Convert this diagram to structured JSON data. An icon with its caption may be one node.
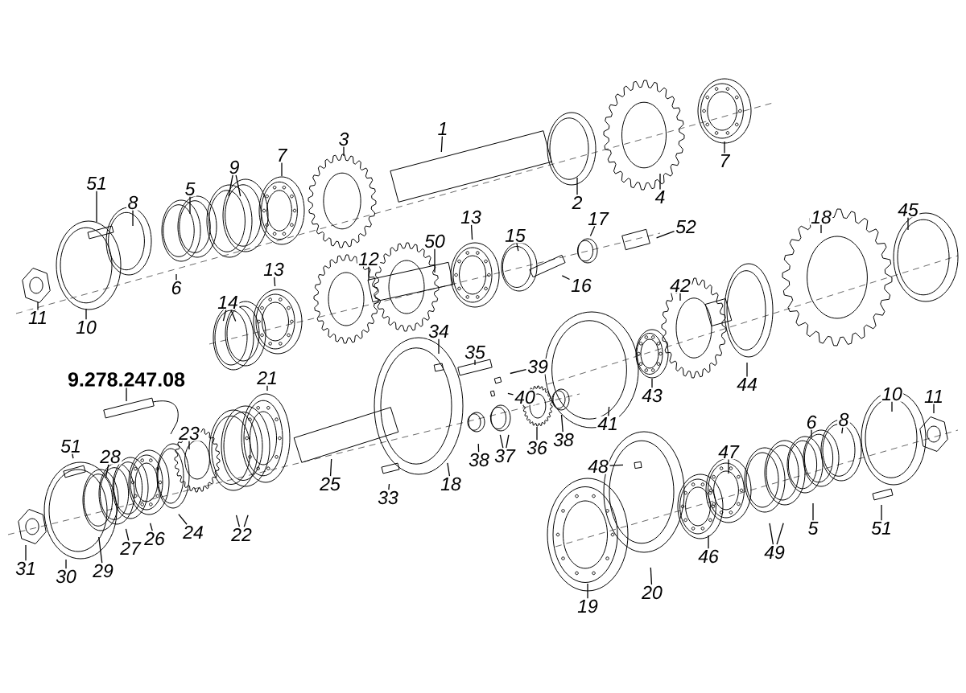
{
  "diagram": {
    "nodes": [
      {
        "text": [
          "1"
        ]
      },
      {
        "text": [
          "3"
        ]
      },
      {
        "text": [
          "7"
        ]
      },
      {
        "text": [
          "9"
        ]
      },
      {
        "text": [
          "51"
        ]
      },
      {
        "text": [
          "8"
        ]
      },
      {
        "text": [
          "5"
        ]
      },
      {
        "text": [
          "2"
        ]
      },
      {
        "text": [
          "4"
        ]
      },
      {
        "text": [
          "7"
        ]
      },
      {
        "text": [
          "6"
        ]
      },
      {
        "text": [
          "11"
        ]
      },
      {
        "text": [
          "10"
        ]
      },
      {
        "text": [
          "12"
        ]
      },
      {
        "text": [
          "13"
        ]
      },
      {
        "text": [
          "14"
        ]
      },
      {
        "text": [
          "50"
        ]
      },
      {
        "text": [
          "13"
        ]
      },
      {
        "text": [
          "15"
        ]
      },
      {
        "text": [
          "16"
        ]
      },
      {
        "text": [
          "17"
        ]
      },
      {
        "text": [
          "52"
        ]
      },
      {
        "text": [
          "18"
        ]
      },
      {
        "text": [
          "45"
        ]
      },
      {
        "text": [
          "42"
        ]
      },
      {
        "text": [
          "34"
        ]
      },
      {
        "text": [
          "35"
        ]
      },
      {
        "text": [
          "39"
        ]
      },
      {
        "text": [
          "40"
        ]
      },
      {
        "text": [
          "9.278.247.08"
        ]
      },
      {
        "text": [
          "43"
        ]
      },
      {
        "text": [
          "44"
        ]
      },
      {
        "text": [
          "41"
        ]
      },
      {
        "text": [
          "21"
        ]
      },
      {
        "text": [
          "23"
        ]
      },
      {
        "text": [
          "51"
        ]
      },
      {
        "text": [
          "28"
        ]
      },
      {
        "text": [
          "36"
        ]
      },
      {
        "text": [
          "38"
        ]
      },
      {
        "text": [
          "38"
        ]
      },
      {
        "text": [
          "37"
        ]
      },
      {
        "text": [
          "25"
        ]
      },
      {
        "text": [
          "18"
        ]
      },
      {
        "text": [
          "33"
        ]
      },
      {
        "text": [
          "10"
        ]
      },
      {
        "text": [
          "11"
        ]
      },
      {
        "text": [
          "6"
        ]
      },
      {
        "text": [
          "8"
        ]
      },
      {
        "text": [
          "47"
        ]
      },
      {
        "text": [
          "48"
        ]
      },
      {
        "text": [
          "24"
        ]
      },
      {
        "text": [
          "26"
        ]
      },
      {
        "text": [
          "27"
        ]
      },
      {
        "text": [
          "22"
        ]
      },
      {
        "text": [
          "31"
        ]
      },
      {
        "text": [
          "29"
        ]
      },
      {
        "text": [
          "30"
        ]
      },
      {
        "text": [
          "5"
        ]
      },
      {
        "text": [
          "51"
        ]
      },
      {
        "text": [
          "46"
        ]
      },
      {
        "text": [
          "49"
        ]
      },
      {
        "text": [
          "20"
        ]
      },
      {
        "text": [
          "19"
        ]
      }
    ],
    "edges": [
      {
        "from": 0,
        "to": null,
        "arrow": "none"
      },
      {
        "from": 1,
        "to": null,
        "arrow": "none"
      },
      {
        "from": 2,
        "to": null,
        "arrow": "none"
      },
      {
        "from": 3,
        "to": null,
        "arrow": "none"
      },
      {
        "from": 3,
        "to": null,
        "arrow": "none"
      },
      {
        "from": 4,
        "to": null,
        "arrow": "none"
      },
      {
        "from": 5,
        "to": null,
        "arrow": "none"
      },
      {
        "from": 6,
        "to": null,
        "arrow": "none"
      },
      {
        "from": 7,
        "to": null,
        "arrow": "none"
      },
      {
        "from": 8,
        "to": null,
        "arrow": "none"
      },
      {
        "from": 9,
        "to": null,
        "arrow": "none"
      },
      {
        "from": 10,
        "to": null,
        "arrow": "none"
      },
      {
        "from": 11,
        "to": null,
        "arrow": "none"
      },
      {
        "from": 12,
        "to": null,
        "arrow": "none"
      },
      {
        "from": 13,
        "to": null,
        "arrow": "none"
      },
      {
        "from": 14,
        "to": null,
        "arrow": "none"
      },
      {
        "from": 15,
        "to": null,
        "arrow": "none"
      },
      {
        "from": 15,
        "to": null,
        "arrow": "none"
      },
      {
        "from": 16,
        "to": null,
        "arrow": "none"
      },
      {
        "from": 17,
        "to": null,
        "arrow": "none"
      },
      {
        "from": 18,
        "to": null,
        "arrow": "none"
      },
      {
        "from": 19,
        "to": null,
        "arrow": "none"
      },
      {
        "from": 20,
        "to": null,
        "arrow": "none"
      },
      {
        "from": 21,
        "to": null,
        "arrow": "none"
      },
      {
        "from": 22,
        "to": null,
        "arrow": "none"
      },
      {
        "from": 23,
        "to": null,
        "arrow": "none"
      },
      {
        "from": 24,
        "to": null,
        "arrow": "none"
      },
      {
        "from": 25,
        "to": null,
        "arrow": "none"
      },
      {
        "from": 26,
        "to": null,
        "arrow": "none"
      },
      {
        "from": 27,
        "to": null,
        "arrow": "none"
      },
      {
        "from": 28,
        "to": null,
        "arrow": "none"
      },
      {
        "from": 29,
        "to": null,
        "arrow": "none"
      },
      {
        "from": 30,
        "to": null,
        "arrow": "none"
      },
      {
        "from": 31,
        "to": null,
        "arrow": "none"
      },
      {
        "from": 32,
        "to": null,
        "arrow": "none"
      },
      {
        "from": 33,
        "to": null,
        "arrow": "none"
      },
      {
        "from": 34,
        "to": null,
        "arrow": "none"
      },
      {
        "from": 35,
        "to": null,
        "arrow": "none"
      },
      {
        "from": 36,
        "to": null,
        "arrow": "none"
      },
      {
        "from": 37,
        "to": null,
        "arrow": "none"
      },
      {
        "from": 38,
        "to": null,
        "arrow": "none"
      },
      {
        "from": 39,
        "to": null,
        "arrow": "none"
      },
      {
        "from": 40,
        "to": null,
        "arrow": "none"
      },
      {
        "from": 40,
        "to": null,
        "arrow": "none"
      },
      {
        "from": 41,
        "to": null,
        "arrow": "none"
      },
      {
        "from": 42,
        "to": null,
        "arrow": "none"
      },
      {
        "from": 43,
        "to": null,
        "arrow": "none"
      },
      {
        "from": 44,
        "to": null,
        "arrow": "none"
      },
      {
        "from": 45,
        "to": null,
        "arrow": "none"
      },
      {
        "from": 46,
        "to": null,
        "arrow": "none"
      },
      {
        "from": 47,
        "to": null,
        "arrow": "none"
      },
      {
        "from": 48,
        "to": null,
        "arrow": "none"
      },
      {
        "from": 49,
        "to": null,
        "arrow": "none"
      },
      {
        "from": 50,
        "to": null,
        "arrow": "none"
      },
      {
        "from": 51,
        "to": null,
        "arrow": "none"
      },
      {
        "from": 52,
        "to": null,
        "arrow": "none"
      },
      {
        "from": 53,
        "to": null,
        "arrow": "none"
      },
      {
        "from": 53,
        "to": null,
        "arrow": "none"
      },
      {
        "from": 54,
        "to": null,
        "arrow": "none"
      },
      {
        "from": 55,
        "to": null,
        "arrow": "none"
      },
      {
        "from": 56,
        "to": null,
        "arrow": "none"
      },
      {
        "from": 57,
        "to": null,
        "arrow": "none"
      },
      {
        "from": 58,
        "to": null,
        "arrow": "none"
      },
      {
        "from": 59,
        "to": null,
        "arrow": "none"
      },
      {
        "from": 60,
        "to": null,
        "arrow": "none"
      },
      {
        "from": 60,
        "to": null,
        "arrow": "none"
      },
      {
        "from": 61,
        "to": null,
        "arrow": "none"
      },
      {
        "from": 62,
        "to": null,
        "arrow": "none"
      }
    ]
  }
}
